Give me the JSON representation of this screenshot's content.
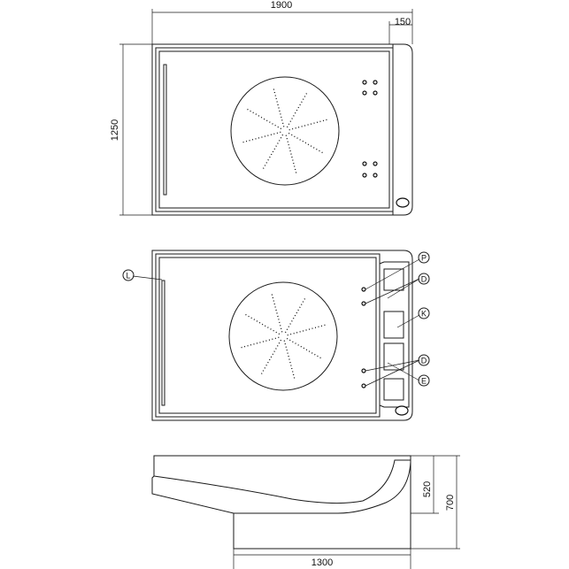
{
  "dimensions": {
    "top_width": "1900",
    "top_panel": "150",
    "top_depth": "1250",
    "side_height_inner": "520",
    "side_height_total": "700",
    "side_base": "1300"
  },
  "callouts": {
    "P": "P",
    "D1": "D",
    "K": "K",
    "D2": "D",
    "E": "E",
    "L": "L"
  }
}
